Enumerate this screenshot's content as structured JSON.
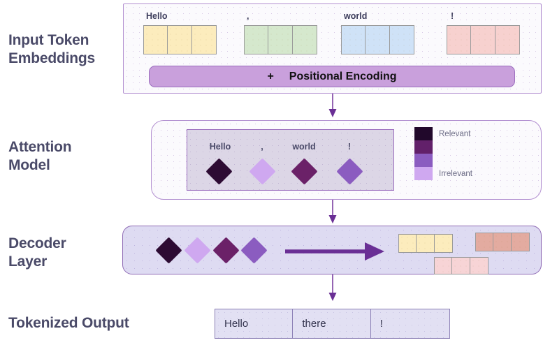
{
  "diagram": {
    "title": "Transformer token flow diagram",
    "colors": {
      "panel_border": "#b28fd0",
      "panel_fill": "#fbfafd",
      "decoder_fill": "#dedbf2",
      "decoder_border": "#8f6bb5",
      "label_text": "#4a4a68",
      "arrow": "#7b3fa0",
      "positional_bar": "#c9a0dc",
      "attention_inner": "#dcd6e6",
      "output_cell": "#e2e0f3"
    }
  },
  "rows": [
    {
      "id": "input-token-embeddings",
      "label": "Input Token\nEmbeddings"
    },
    {
      "id": "attention-model",
      "label": "Attention\nModel"
    },
    {
      "id": "decoder-layer",
      "label": "Decoder\nLayer"
    },
    {
      "id": "tokenized-output",
      "label": "Tokenized Output"
    }
  ],
  "input_embeddings": {
    "tokens": [
      {
        "text": "Hello",
        "color": "#fcecbd",
        "cells": 3
      },
      {
        "text": ",",
        "color": "#d5e8cd",
        "cells": 3
      },
      {
        "text": "world",
        "color": "#cfe2f7",
        "cells": 3
      },
      {
        "text": "!",
        "color": "#f7d1cf",
        "cells": 3
      }
    ],
    "positional_encoding": {
      "plus": "+",
      "label": "Positional Encoding"
    }
  },
  "attention": {
    "tokens": [
      {
        "text": "Hello",
        "color": "#2d0b33"
      },
      {
        "text": ",",
        "color": "#cfa8f0"
      },
      {
        "text": "world",
        "color": "#6b2168"
      },
      {
        "text": "!",
        "color": "#8b5cc0"
      }
    ],
    "legend": {
      "top_label": "Relevant",
      "bottom_label": "Irrelevant",
      "swatches": [
        "#21082b",
        "#62206a",
        "#8b5cc0",
        "#cfa8f0"
      ]
    }
  },
  "decoder": {
    "diamonds": [
      {
        "color": "#2d0b33"
      },
      {
        "color": "#cfa8f0"
      },
      {
        "color": "#6b2168"
      },
      {
        "color": "#8b5cc0"
      }
    ],
    "arrow_label": "flow-arrow",
    "output_groups": [
      {
        "color": "#fcecbd",
        "cells": 3
      },
      {
        "color": "#e3aba0",
        "cells": 3
      },
      {
        "color": "#f7d4d6",
        "cells": 3
      }
    ]
  },
  "output": {
    "cells": [
      {
        "text": "Hello"
      },
      {
        "text": "there"
      },
      {
        "text": "!"
      }
    ]
  }
}
